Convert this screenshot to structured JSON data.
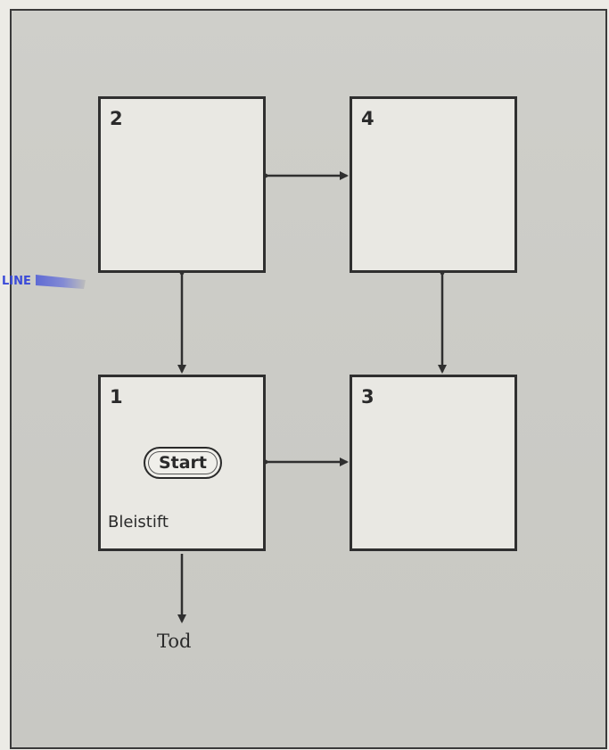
{
  "nodes": [
    {
      "number": "2"
    },
    {
      "number": "4"
    },
    {
      "number": "1",
      "start_label": "Start",
      "item_label": "Bleistift"
    },
    {
      "number": "3"
    }
  ],
  "exit": {
    "label": "Tod"
  },
  "colors": {
    "background": "#cfcfca",
    "node_fill": "#e9e8e3",
    "stroke": "#2f2f2f",
    "logo_accent": "#3a4ad8"
  },
  "logo": {
    "text": "LINE"
  }
}
